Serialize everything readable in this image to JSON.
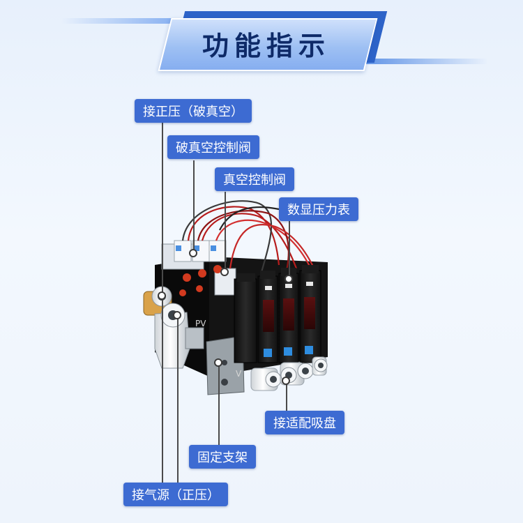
{
  "header": {
    "title": "功能指示"
  },
  "labels": {
    "positive_pressure": "接正压（破真空）",
    "break_vacuum_valve": "破真空控制阀",
    "vacuum_valve": "真空控制阀",
    "digital_gauge": "数显压力表",
    "suction_cup_port": "接适配吸盘",
    "mount_bracket": "固定支架",
    "air_source": "接气源（正压）"
  },
  "product": {
    "valve_marking": "PV",
    "bracket_marking": "V"
  }
}
